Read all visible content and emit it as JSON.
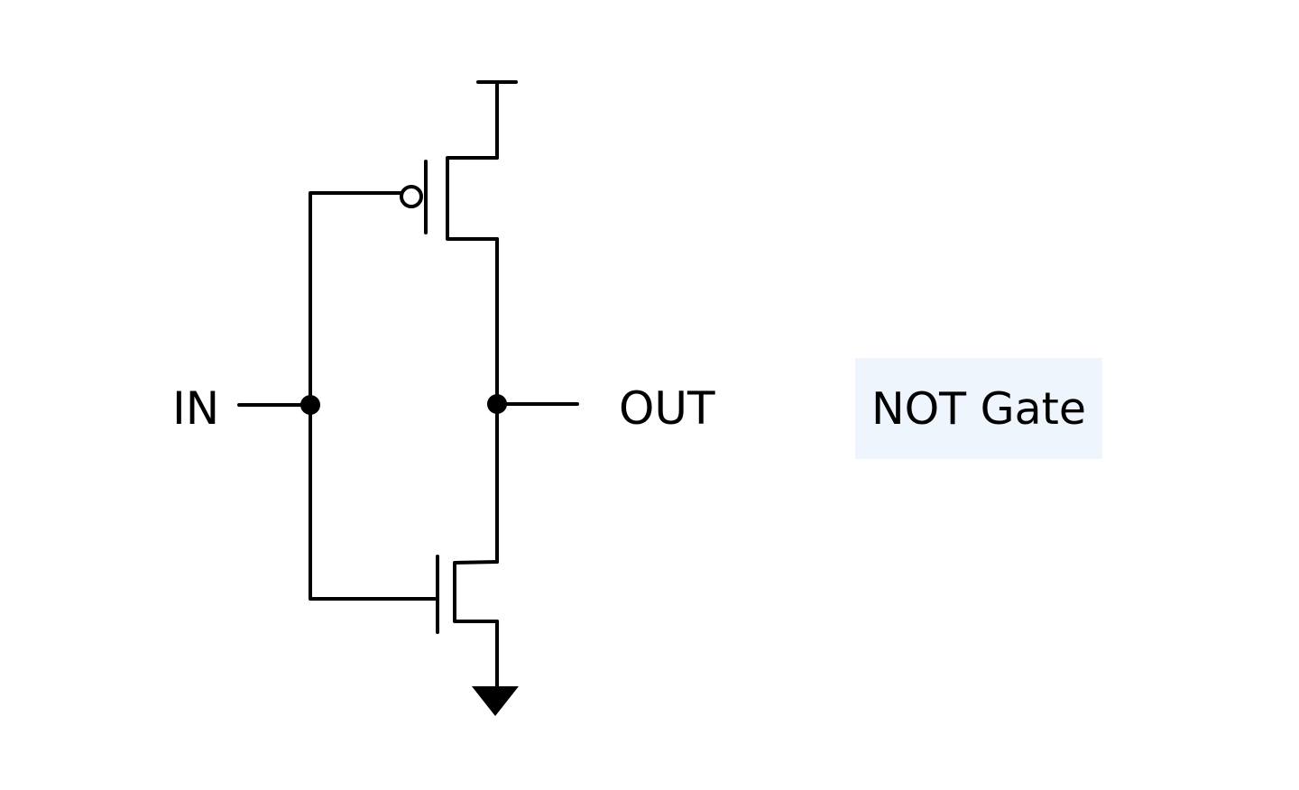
{
  "diagram": {
    "title": "NOT Gate",
    "input_label": "IN",
    "output_label": "OUT",
    "title_box_color": "#eef5fd",
    "wire_color": "#000000",
    "background_color": "#ffffff"
  }
}
